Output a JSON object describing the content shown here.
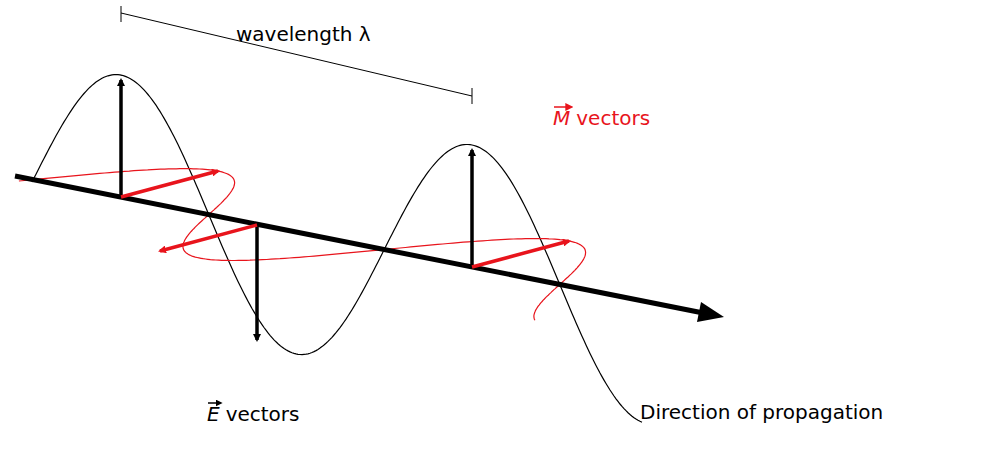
{
  "diagram": {
    "labels": [
      "wavelength λ",
      "M",
      "vectors",
      "E",
      "vectors",
      "Direction of propagation"
    ]
  }
}
